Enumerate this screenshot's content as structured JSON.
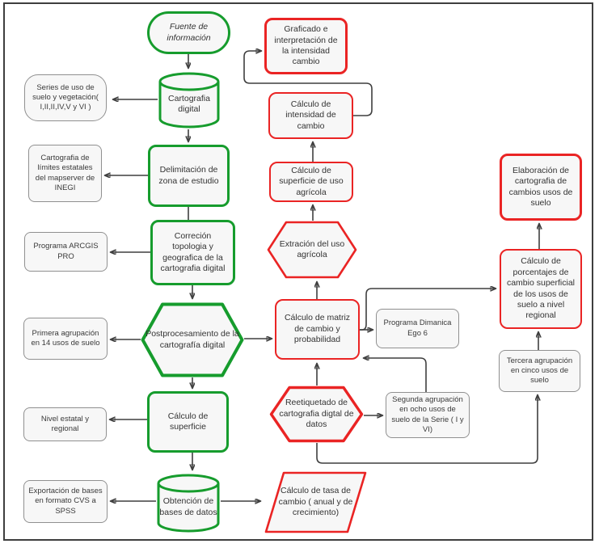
{
  "colors": {
    "green": "#169c2d",
    "red": "#ea2424",
    "gray_border": "#909090",
    "node_fill": "#f7f7f7",
    "connector": "#3f3f3f",
    "text": "#333333"
  },
  "nodes": {
    "fuente": {
      "label": "Fuente de información",
      "shape": "stadium",
      "color": "green"
    },
    "cartografia_digital": {
      "label": "Cartografia digital",
      "shape": "cylinder",
      "color": "green"
    },
    "series_uso": {
      "label": "Series de uso de suelo y vegetación( I,II,II,IV,V y VI )",
      "shape": "rounded",
      "color": "gray"
    },
    "delimitacion": {
      "label": "Delimitación de zona de estudio",
      "shape": "rect",
      "color": "green"
    },
    "inegi": {
      "label": "Cartografia de límites estatales del mapserver de INEGI",
      "shape": "rect",
      "color": "gray"
    },
    "correcion": {
      "label": "Correción topologia y geografica de la cartografia digital",
      "shape": "rect",
      "color": "green"
    },
    "arcgis": {
      "label": "Programa ARCGIS PRO",
      "shape": "rect",
      "color": "gray"
    },
    "postprocesamiento": {
      "label": "Postprocesamiento de la cartografía digital",
      "shape": "hexagon",
      "color": "green"
    },
    "primera": {
      "label": "Primera agrupación en 14 usos de suelo",
      "shape": "rect",
      "color": "gray"
    },
    "calculo_superficie": {
      "label": "Cálculo de superficie",
      "shape": "rect",
      "color": "green"
    },
    "nivel": {
      "label": "Nivel estatal y regional",
      "shape": "rect",
      "color": "gray"
    },
    "obtencion": {
      "label": "Obtención de bases de datos",
      "shape": "cylinder",
      "color": "green"
    },
    "exportacion": {
      "label": "Exportación de bases en formato CVS a SPSS",
      "shape": "rect",
      "color": "gray"
    },
    "graficado": {
      "label": "Graficado e interpretación de la intensidad cambio",
      "shape": "rect",
      "color": "red"
    },
    "calculo_intensidad": {
      "label": "Cálculo de intensidad de cambio",
      "shape": "rect",
      "color": "red"
    },
    "superficie_agricola": {
      "label": "Cálculo de superficie de uso agrícola",
      "shape": "rect",
      "color": "red"
    },
    "extracion": {
      "label": "Extración del uso agrícola",
      "shape": "hexagon",
      "color": "red"
    },
    "matriz": {
      "label": "Cálculo de matriz de cambio y probabilidad",
      "shape": "rect",
      "color": "red"
    },
    "dimanica": {
      "label": "Programa Dimanica Ego 6",
      "shape": "rect",
      "color": "gray"
    },
    "reetiquetado": {
      "label": "Reetiquetado de cartografia digtal de datos",
      "shape": "hexagon",
      "color": "red"
    },
    "segunda": {
      "label": "Segunda agrupación en ocho usos de suelo de la Serie ( I y VI)",
      "shape": "rect",
      "color": "gray"
    },
    "tasa_cambio": {
      "label": "Cálculo de tasa de cambio ( anual y de crecimiento)",
      "shape": "parallelogram",
      "color": "red"
    },
    "tercera": {
      "label": "Tercera agrupación en cinco usos de suelo",
      "shape": "rect",
      "color": "gray"
    },
    "porcentajes": {
      "label": "Cálculo de porcentajes de cambio superficial de los usos de suelo a nivel regional",
      "shape": "rect",
      "color": "red"
    },
    "elaboracion": {
      "label": "Elaboración de cartografia de cambios  usos de suelo",
      "shape": "rect",
      "color": "red"
    }
  }
}
